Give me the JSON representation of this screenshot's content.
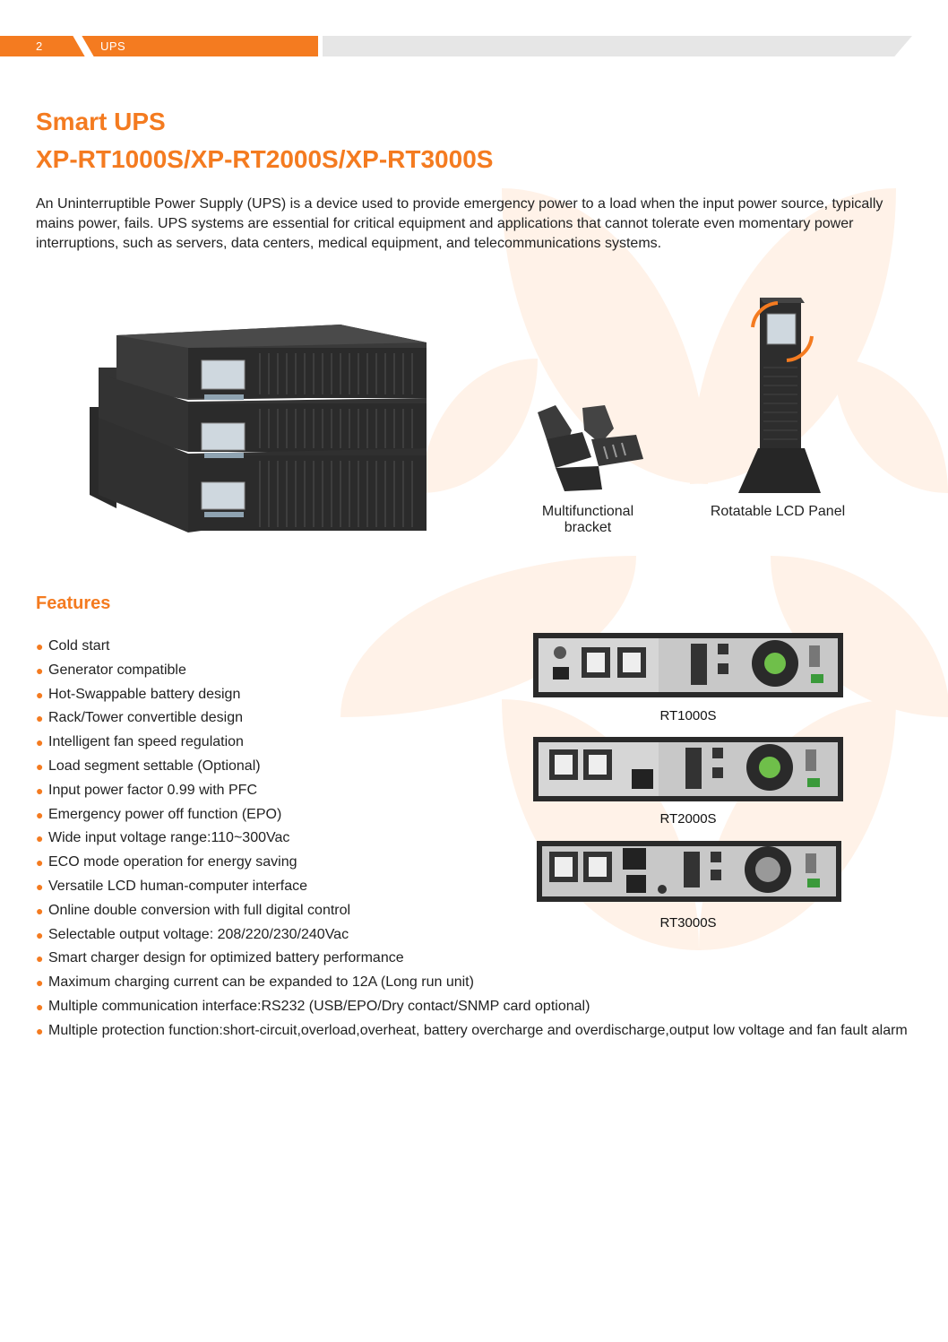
{
  "header": {
    "page_number": "2",
    "section": "UPS"
  },
  "title": {
    "line1": "Smart UPS",
    "line2": "XP-RT1000S/XP-RT2000S/XP-RT3000S"
  },
  "intro": "An Uninterruptible Power Supply (UPS) is a device used to provide emergency power to a load when the input power source, typically mains power, fails. UPS systems are essential for critical equipment and applications that cannot tolerate even momentary power interruptions, such as servers, data centers, medical equipment, and telecommunications systems.",
  "accessories": [
    {
      "caption": "Multifunctional bracket"
    },
    {
      "caption": "Rotatable LCD Panel"
    }
  ],
  "features": {
    "heading": "Features",
    "items": [
      "Cold start",
      "Generator compatible",
      "Hot-Swappable battery design",
      "Rack/Tower convertible design",
      "Intelligent fan speed regulation",
      "Load segment settable (Optional)",
      "Input power factor 0.99 with PFC",
      "Emergency power off function (EPO)",
      "Wide input voltage range:110~300Vac",
      "ECO mode operation for energy saving",
      "Versatile LCD human-computer interface",
      "Online double conversion with full digital control",
      "Selectable output voltage: 208/220/230/240Vac",
      "Smart charger design for optimized battery performance",
      "Maximum charging current can be expanded to 12A (Long run unit)",
      "Multiple communication interface:RS232 (USB/EPO/Dry contact/SNMP card optional)",
      "Multiple protection function:short-circuit,overload,overheat, battery overcharge and overdischarge,output low voltage and fan fault alarm"
    ]
  },
  "models": [
    {
      "label": "RT1000S"
    },
    {
      "label": "RT2000S"
    },
    {
      "label": "RT3000S"
    }
  ],
  "colors": {
    "accent": "#f47b20",
    "header_gray": "#e6e6e6",
    "petal": "#fff2e8"
  }
}
